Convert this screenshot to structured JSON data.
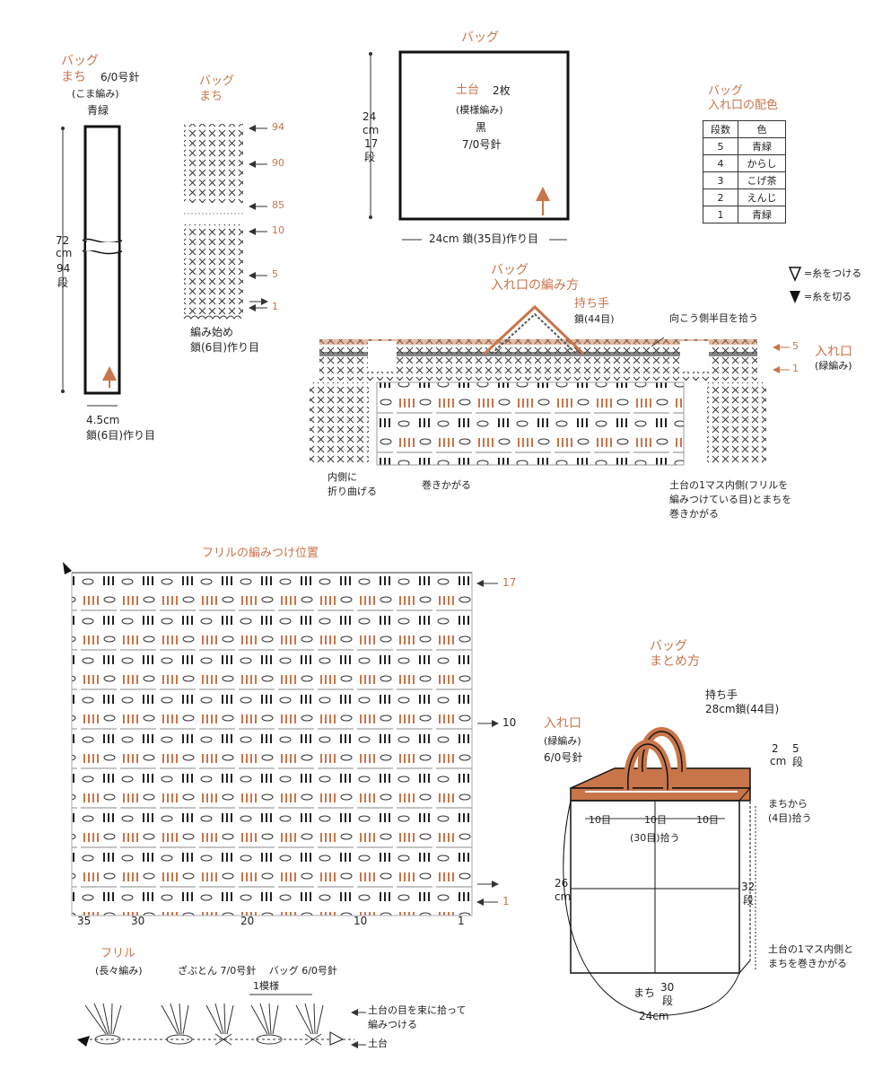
{
  "gusset": {
    "title": "バッグ",
    "subtitle": "まち",
    "needle": "6/0号針",
    "stitch": "(こま編み)",
    "color": "青緑",
    "height_cm": "72",
    "height_unit": "cm",
    "height_rows": "94",
    "height_rows_unit": "段",
    "width": "4.5cm",
    "foundation": "鎖(6目)作り目"
  },
  "gusset_chart": {
    "title": "バッグ",
    "subtitle": "まち",
    "row_labels": [
      "94",
      "90",
      "85",
      "10",
      "5",
      "1"
    ],
    "start_label": "編み始め",
    "foundation": "鎖(6目)作り目"
  },
  "base": {
    "title": "バッグ",
    "piece": "土台",
    "count": "2枚",
    "stitch": "(模様編み)",
    "color": "黒",
    "needle": "7/0号針",
    "height_cm": "24",
    "height_unit": "cm",
    "height_rows": "17",
    "height_rows_unit": "段",
    "width": "24cm 鎖(35目)作り目"
  },
  "color_table": {
    "title": "バッグ",
    "subtitle": "入れ口の配色",
    "headers": [
      "段数",
      "色"
    ],
    "rows": [
      {
        "row": "5",
        "color": "青緑"
      },
      {
        "row": "4",
        "color": "からし"
      },
      {
        "row": "3",
        "color": "こげ茶"
      },
      {
        "row": "2",
        "color": "えんじ"
      },
      {
        "row": "1",
        "color": "青緑"
      }
    ]
  },
  "legend": {
    "attach": "=糸をつける",
    "cut": "=糸を切る"
  },
  "opening": {
    "title": "バッグ",
    "subtitle": "入れ口の編み方",
    "handle_label": "持ち手",
    "handle_chain": "鎖(44目)",
    "pickup_note": "向こう側半目を拾う",
    "row5": "5",
    "row1": "1",
    "opening_label": "入れ口",
    "opening_stitch": "(緑編み)",
    "fold_note_1": "内側に",
    "fold_note_2": "折り曲げる",
    "whip_note": "巻きかがる",
    "edge_note_1": "土台の1マス内側(フリルを",
    "edge_note_2": "編みつけている目)とまちを",
    "edge_note_3": "巻きかがる"
  },
  "frill_pos": {
    "title": "フリルの編みつけ位置",
    "row17": "17",
    "row10": "10",
    "row1": "1",
    "x_labels": [
      "35",
      "30",
      "20",
      "10",
      "1"
    ]
  },
  "frill": {
    "title": "フリル",
    "stitch": "(長々編み)",
    "needle_note": "ざぶとん 7/0号針　 バッグ 6/0号針",
    "repeat": "1模様",
    "pickup_1": "土台の目を束に拾って",
    "pickup_2": "編みつける",
    "base_label": "土台"
  },
  "assembly": {
    "title": "バッグ",
    "subtitle": "まとめ方",
    "handle_label": "持ち手",
    "handle_length": "28cm鎖(44目)",
    "opening_label": "入れ口",
    "opening_stitch": "(緑編み)",
    "opening_needle": "6/0号針",
    "rim_cm": "2",
    "rim_unit": "cm",
    "rim_rows": "5",
    "rim_rows_unit": "段",
    "gusset_pick_1": "まちから",
    "gusset_pick_2": "(4目)拾う",
    "seg1": "10目",
    "seg2": "10目",
    "seg3": "10目",
    "total_pick": "(30目)拾う",
    "height_cm": "26",
    "height_unit": "cm",
    "side_rows": "32",
    "side_rows_unit": "段",
    "seam_note_1": "土台の1マス内側と",
    "seam_note_2": "まちを巻きかがる",
    "bottom_label": "まち",
    "bottom_rows": "30",
    "bottom_rows_unit": "段",
    "bottom_width": "24cm"
  }
}
